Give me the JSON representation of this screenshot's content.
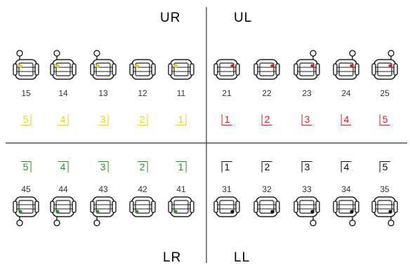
{
  "colors": {
    "ur": "#e6d21e",
    "ul": "#d62020",
    "lr": "#2e8b2e",
    "ll": "#111111",
    "divider": "#333333",
    "bracket_outline": "#222222"
  },
  "quadrants": {
    "ur": {
      "label": "UR",
      "teeth": [
        "15",
        "14",
        "13",
        "12",
        "11"
      ],
      "palmer": [
        "5",
        "4",
        "3",
        "2",
        "1"
      ]
    },
    "ul": {
      "label": "UL",
      "teeth": [
        "21",
        "22",
        "23",
        "24",
        "25"
      ],
      "palmer": [
        "1",
        "2",
        "3",
        "4",
        "5"
      ]
    },
    "lr": {
      "label": "LR",
      "teeth": [
        "45",
        "44",
        "43",
        "42",
        "41"
      ],
      "palmer": [
        "5",
        "4",
        "3",
        "2",
        "1"
      ]
    },
    "ll": {
      "label": "LL",
      "teeth": [
        "31",
        "32",
        "33",
        "34",
        "35"
      ],
      "palmer": [
        "1",
        "2",
        "3",
        "4",
        "5"
      ]
    }
  },
  "brackets": {
    "upper_icon": "orthodontic-bracket-icon",
    "lower_icon": "orthodontic-bracket-icon",
    "upper_hooks": [
      true,
      true,
      true,
      false,
      false,
      false,
      false,
      true,
      true,
      true
    ],
    "lower_hooks": [
      true,
      true,
      true,
      false,
      false,
      false,
      false,
      true,
      true,
      true
    ]
  }
}
